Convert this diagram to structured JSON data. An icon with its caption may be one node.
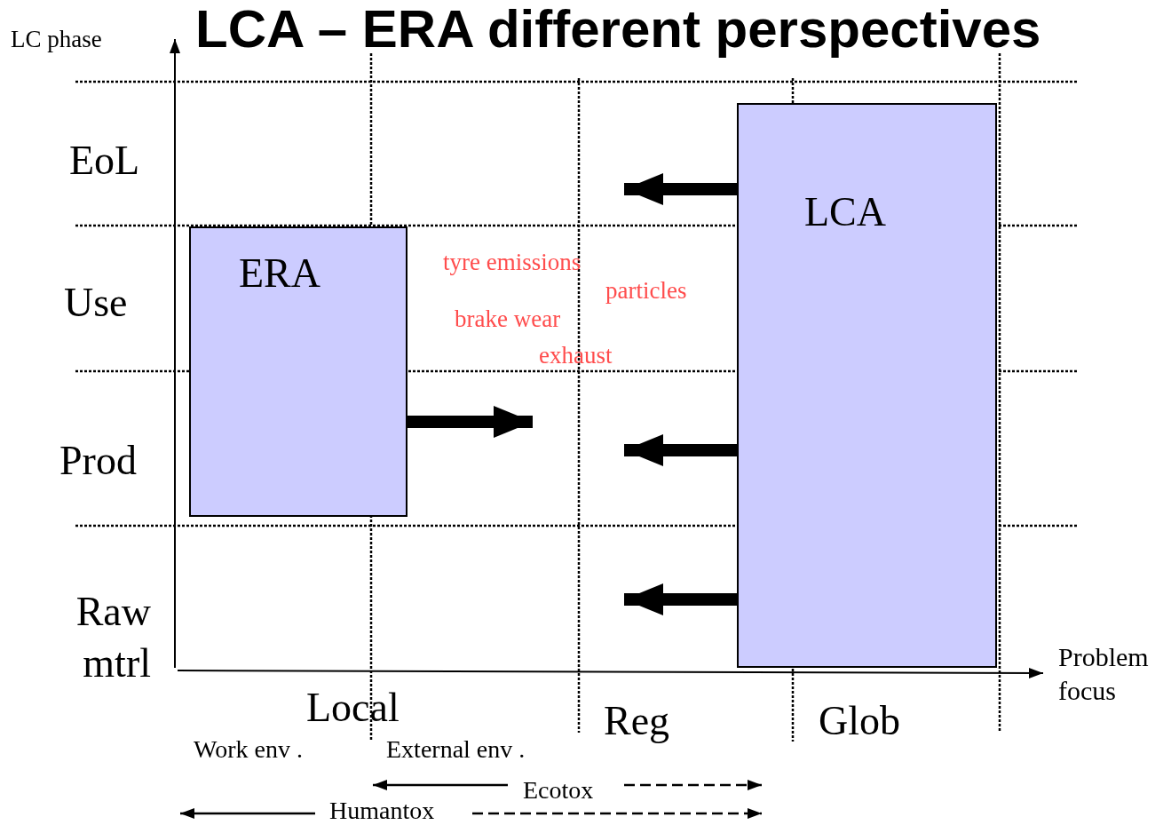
{
  "diagram": {
    "title": "LCA – ERA different perspectives",
    "nodes": [
      {
        "text": [
          "ERA"
        ]
      },
      {
        "text": [
          "LCA"
        ]
      }
    ],
    "edges": [
      {
        "from": 0,
        "to": null,
        "arrow": "to"
      },
      {
        "from": 1,
        "to": null,
        "arrow": "to"
      },
      {
        "from": 1,
        "to": null,
        "arrow": "to"
      },
      {
        "from": 1,
        "to": null,
        "arrow": "to"
      }
    ],
    "labels": [
      "LC phase",
      "EoL",
      "Use",
      "tyre emissions",
      "particles",
      "brake wear",
      "exhaust",
      "Prod",
      "Raw mtrl",
      "Problem focus",
      "Local",
      "Reg",
      "Glob",
      "Work env .",
      "External env .",
      "Ecotox",
      "Humantox"
    ]
  }
}
